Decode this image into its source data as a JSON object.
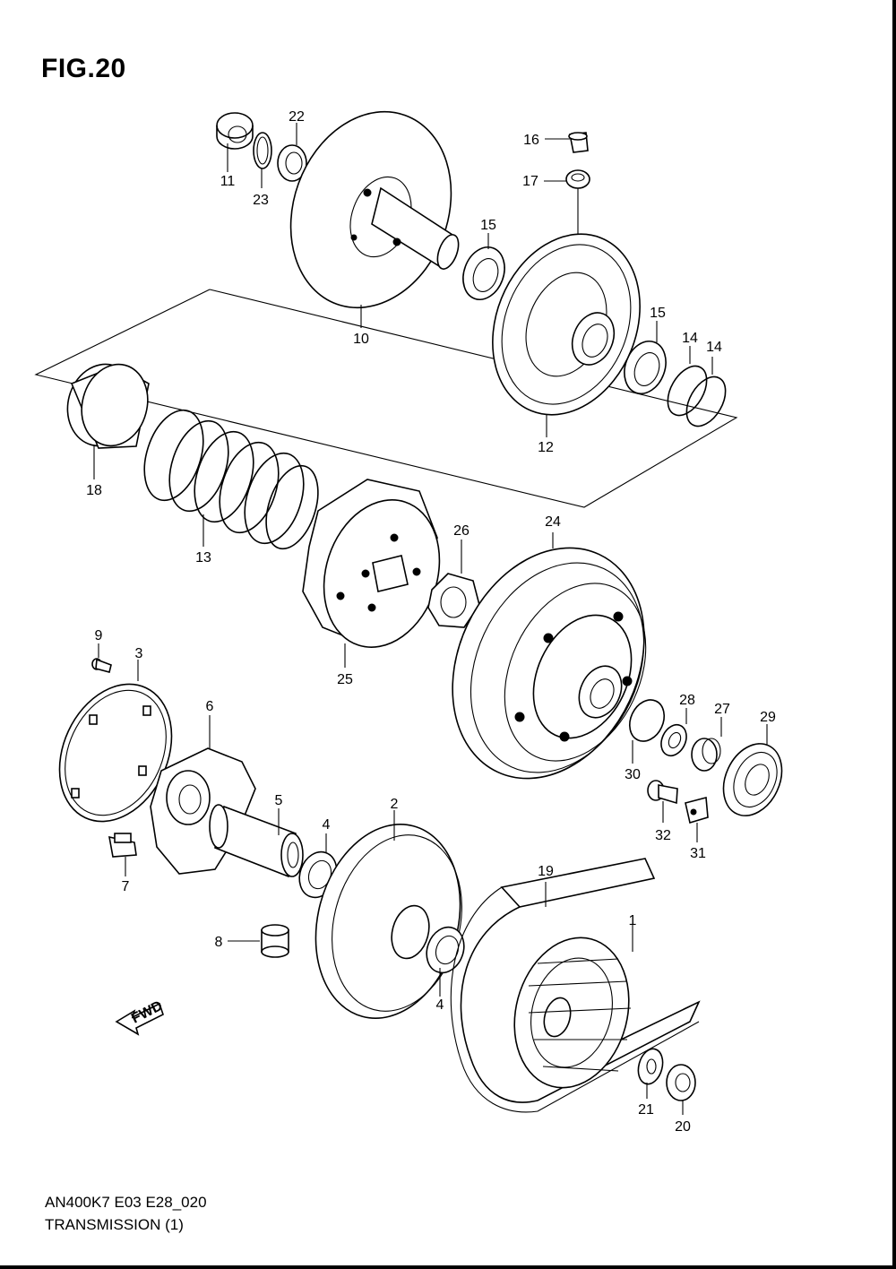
{
  "figure": {
    "title": "FIG.20",
    "code": "AN400K7 E03 E28_020",
    "caption": "TRANSMISSION (1)",
    "fwd_label": "FWD"
  },
  "callouts": [
    "1",
    "2",
    "3",
    "4",
    "4",
    "5",
    "6",
    "7",
    "8",
    "9",
    "10",
    "11",
    "12",
    "13",
    "14",
    "14",
    "15",
    "15",
    "16",
    "17",
    "18",
    "19",
    "20",
    "21",
    "22",
    "23",
    "24",
    "25",
    "26",
    "27",
    "28",
    "29",
    "30",
    "31",
    "32"
  ]
}
